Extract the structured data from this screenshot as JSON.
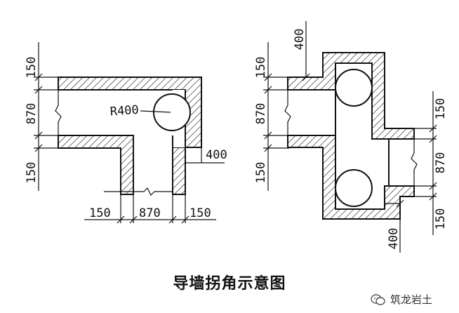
{
  "caption": "导墙拐角示意图",
  "watermark": "筑龙岩土",
  "left_diagram": {
    "dims": {
      "top_thk": "150",
      "mid": "870",
      "bot_thk": "150",
      "radius": "R400",
      "offset": "400",
      "bottom_left": "150",
      "bottom_mid": "870",
      "bottom_right": "150"
    }
  },
  "right_diagram": {
    "dims": {
      "top_offset": "400",
      "left_top_thk": "150",
      "left_mid": "870",
      "left_bot_thk": "150",
      "right_top_thk": "150",
      "right_mid": "870",
      "right_bot_thk": "150",
      "bottom_offset": "400"
    }
  }
}
